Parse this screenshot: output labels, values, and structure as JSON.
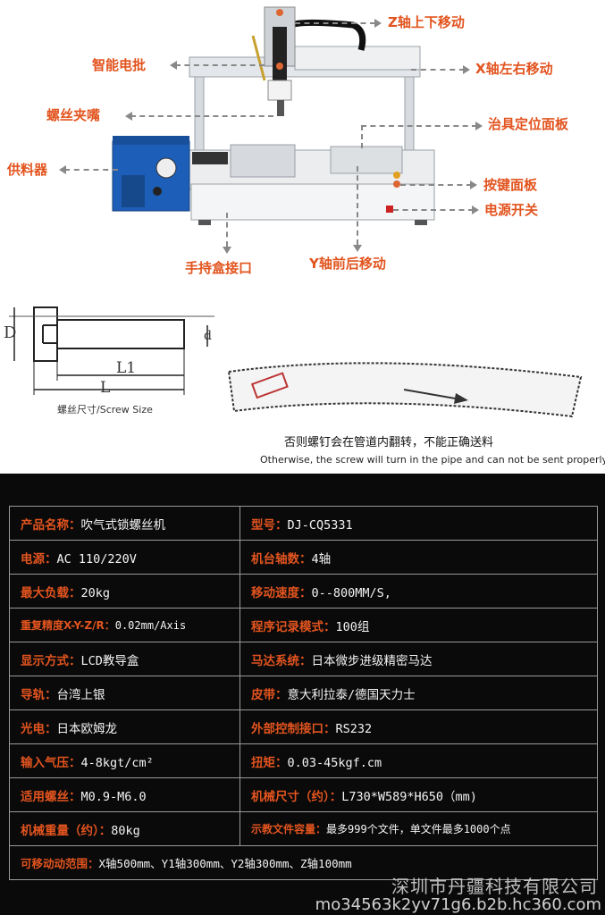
{
  "callouts": {
    "z_axis": "Z轴上下移动",
    "screwdriver": "智能电批",
    "x_axis": "X轴左右移动",
    "screw_nozzle": "螺丝夹嘴",
    "fixture_plate": "治具定位面板",
    "feeder": "供料器",
    "key_panel": "按键面板",
    "power_switch": "电源开关",
    "handheld_port": "手持盒接口",
    "y_axis": "Y轴前后移动"
  },
  "diagram": {
    "label_d": "D",
    "label_d_small": "d",
    "label_l1": "L1",
    "label_l": "L",
    "screw_size_caption": "螺丝尺寸/Screw Size",
    "warning_cn": "否则螺钉会在管道内翻转，不能正确送料",
    "warning_en": "Otherwise, the screw will turn in the pipe and can not be sent properly"
  },
  "specs": {
    "rows": [
      [
        {
          "label": "产品名称：",
          "value": "吹气式锁螺丝机"
        },
        {
          "label": "型号：",
          "value": "DJ-CQ5331"
        }
      ],
      [
        {
          "label": "电源：",
          "value": "AC 110/220V"
        },
        {
          "label": "机台轴数：",
          "value": "4轴"
        }
      ],
      [
        {
          "label": "最大负载：",
          "value": "20kg"
        },
        {
          "label": "移动速度：",
          "value": "0--800MM/S,"
        }
      ],
      [
        {
          "label": "重复精度X-Y-Z/R：",
          "value": "0.02mm/Axis"
        },
        {
          "label": "程序记录模式：",
          "value": "100组"
        }
      ],
      [
        {
          "label": "显示方式：",
          "value": "LCD教导盒"
        },
        {
          "label": "马达系统：",
          "value": "日本微步进级精密马达"
        }
      ],
      [
        {
          "label": "导轨：",
          "value": "台湾上银"
        },
        {
          "label": "皮带：",
          "value": "意大利拉泰/德国天力士"
        }
      ],
      [
        {
          "label": "光电：",
          "value": "日本欧姆龙"
        },
        {
          "label": "外部控制接口：",
          "value": "RS232"
        }
      ],
      [
        {
          "label": "输入气压：",
          "value": "4-8kgt/cm²"
        },
        {
          "label": "扭矩：",
          "value": "0.03-45kgf.cm"
        }
      ],
      [
        {
          "label": "适用螺丝：",
          "value": "M0.9-M6.0"
        },
        {
          "label": "机械尺寸（约）：",
          "value": "L730*W589*H650（mm)"
        }
      ],
      [
        {
          "label": "机械重量（约）：",
          "value": "80kg"
        },
        {
          "label": "示教文件容量：",
          "value": "最多999个文件，单文件最多1000个点"
        }
      ]
    ],
    "last_row": {
      "label": "可移动动范围：",
      "value": "X轴500mm、Y1轴300mm、Y2轴300mm、Z轴100mm"
    }
  },
  "watermark": {
    "company": "深圳市丹疆科技有限公司",
    "url": "mo34563k2yv71g6.b2b.hc360.com"
  }
}
